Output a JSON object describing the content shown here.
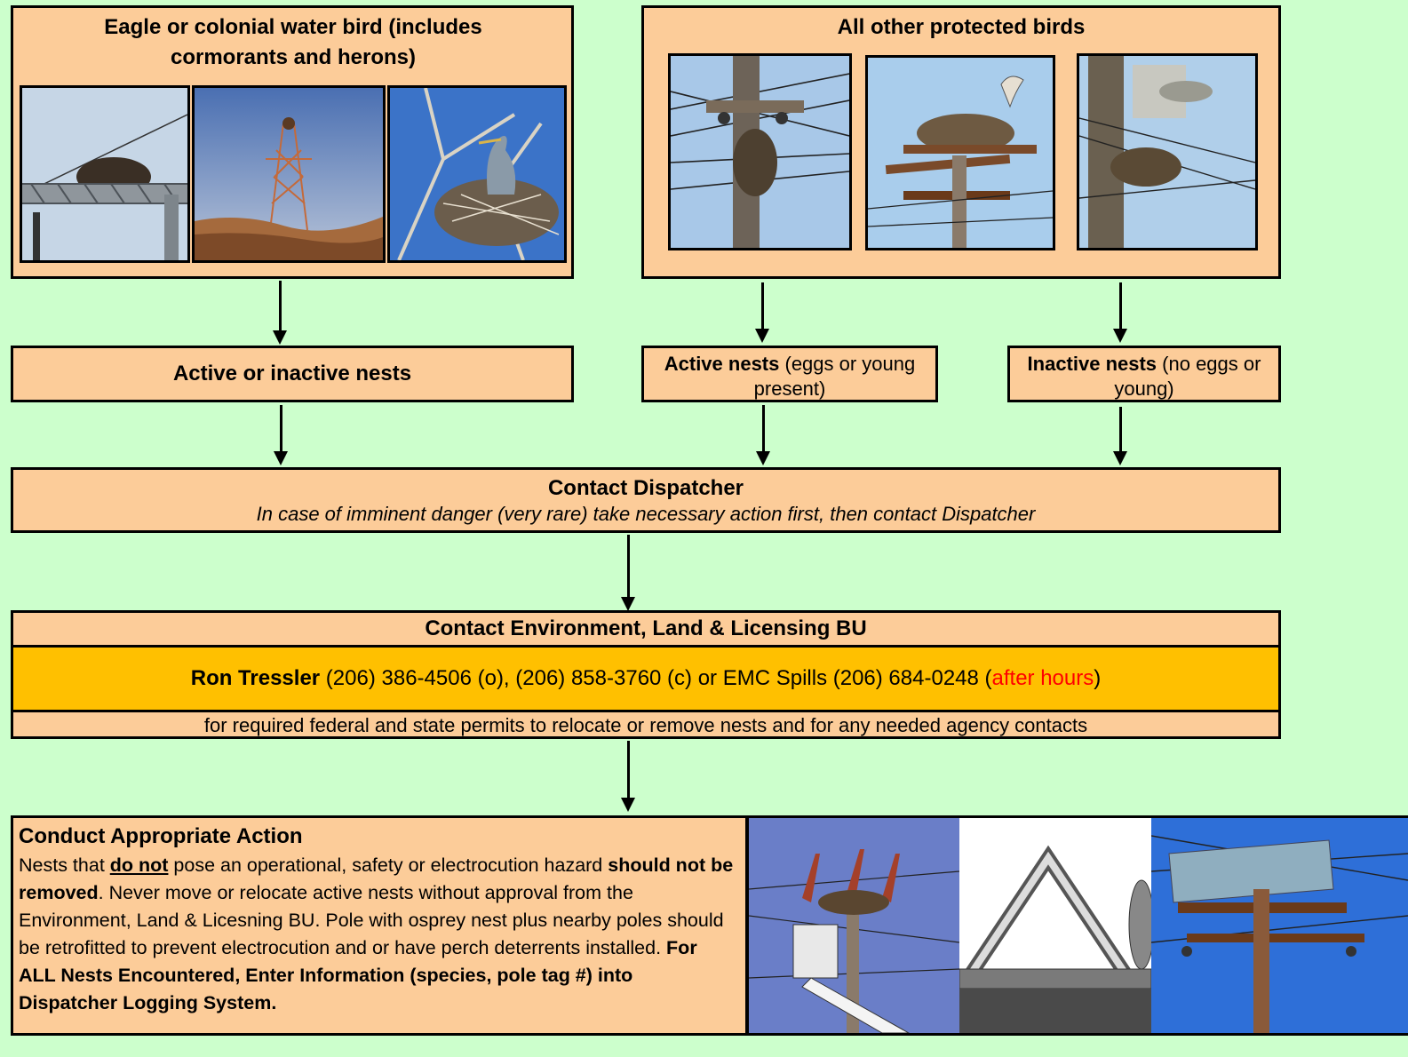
{
  "boxes": {
    "eagle": {
      "title": "Eagle or colonial water bird (includes cormorants and herons)"
    },
    "other": {
      "title": "All other protected birds"
    },
    "active_inactive": {
      "label": "Active or inactive nests"
    },
    "active": {
      "bold": "Active nests",
      "rest": " (eggs or young present)"
    },
    "inactive": {
      "bold": "Inactive nests",
      "rest": " (no eggs or young)"
    },
    "dispatcher": {
      "title": "Contact Dispatcher",
      "note": "In case of imminent danger (very rare) take necessary action first, then contact Dispatcher"
    },
    "environment": {
      "title": "Contact Environment, Land & Licensing BU",
      "contact_name": "Ron Tressler",
      "contact_numbers": " (206) 386-4506 (o), (206) 858-3760 (c) or EMC Spills (206) 684-0248 (",
      "after_hours": "after hours",
      "close_paren": ")",
      "footer": "for required federal and state permits to relocate or remove nests and for any needed agency contacts"
    },
    "action": {
      "title": "Conduct Appropriate Action",
      "p1": "Nests that ",
      "p1_u": "do not",
      "p2": " pose an operational, safety or electrocution hazard ",
      "p3_b": "should not be removed",
      "p4": ". Never move or relocate active nests without approval from the Environment, Land & Licesning BU.   Pole with osprey nest plus nearby poles should be retrofitted to prevent electrocution and or have perch deterrents installed.  ",
      "p5_b": "For ALL Nests Encountered, Enter Information (species, pole tag #) into Dispatcher Logging System."
    }
  },
  "photos": {
    "eagle": [
      "nest-on-tower-photo",
      "transmission-tower-photo",
      "heron-nest-photo"
    ],
    "other": [
      "pole-insulator-nest-photo",
      "osprey-platform-photo",
      "pole-transformer-nest-photo"
    ],
    "action": [
      "bucket-truck-nest-photo",
      "perch-deterrent-drawing-photo",
      "retrofitted-pole-photo"
    ]
  },
  "colors": {
    "background": "#ccffcc",
    "box": "#fccc99",
    "highlight": "#ffc000",
    "after_hours": "#ff0000"
  }
}
